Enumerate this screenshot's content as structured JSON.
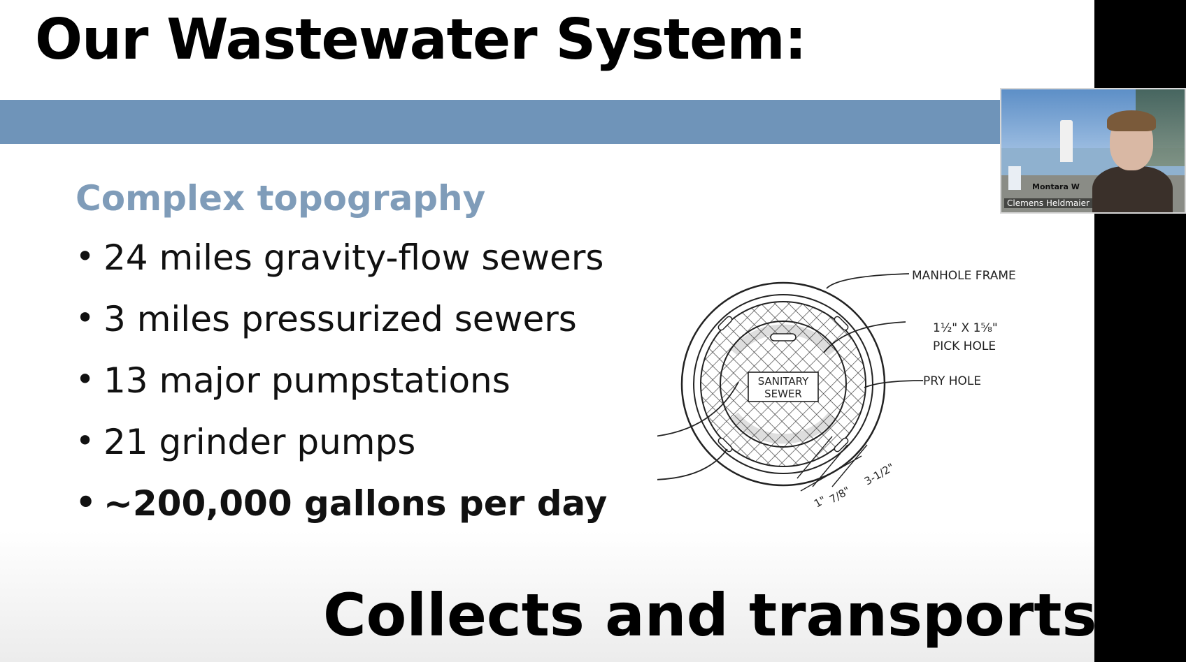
{
  "slide": {
    "title": "Our Wastewater System:",
    "subtitle": "Complex topography",
    "bullets": [
      "24 miles gravity-flow sewers",
      "3 miles pressurized sewers",
      "13 major pumpstations",
      "21 grinder pumps",
      "~200,000 gallons per day"
    ],
    "tagline": "Collects and transports…",
    "colors": {
      "band": "#6f94b9",
      "subtitle": "#7f9cb9"
    }
  },
  "diagram": {
    "labels": {
      "manhole_frame": "MANHOLE FRAME",
      "pick_hole_1": "1½\" X 1⅝\"",
      "pick_hole_2": "PICK HOLE",
      "pry_hole": "PRY HOLE",
      "cover_1": "SANITARY",
      "cover_2": "SEWER",
      "dim_1": "1\"",
      "dim_2": "7/8\"",
      "dim_3": "3-1/2\""
    }
  },
  "video": {
    "label": "Montara W",
    "name": "Clemens Heldmaier"
  }
}
